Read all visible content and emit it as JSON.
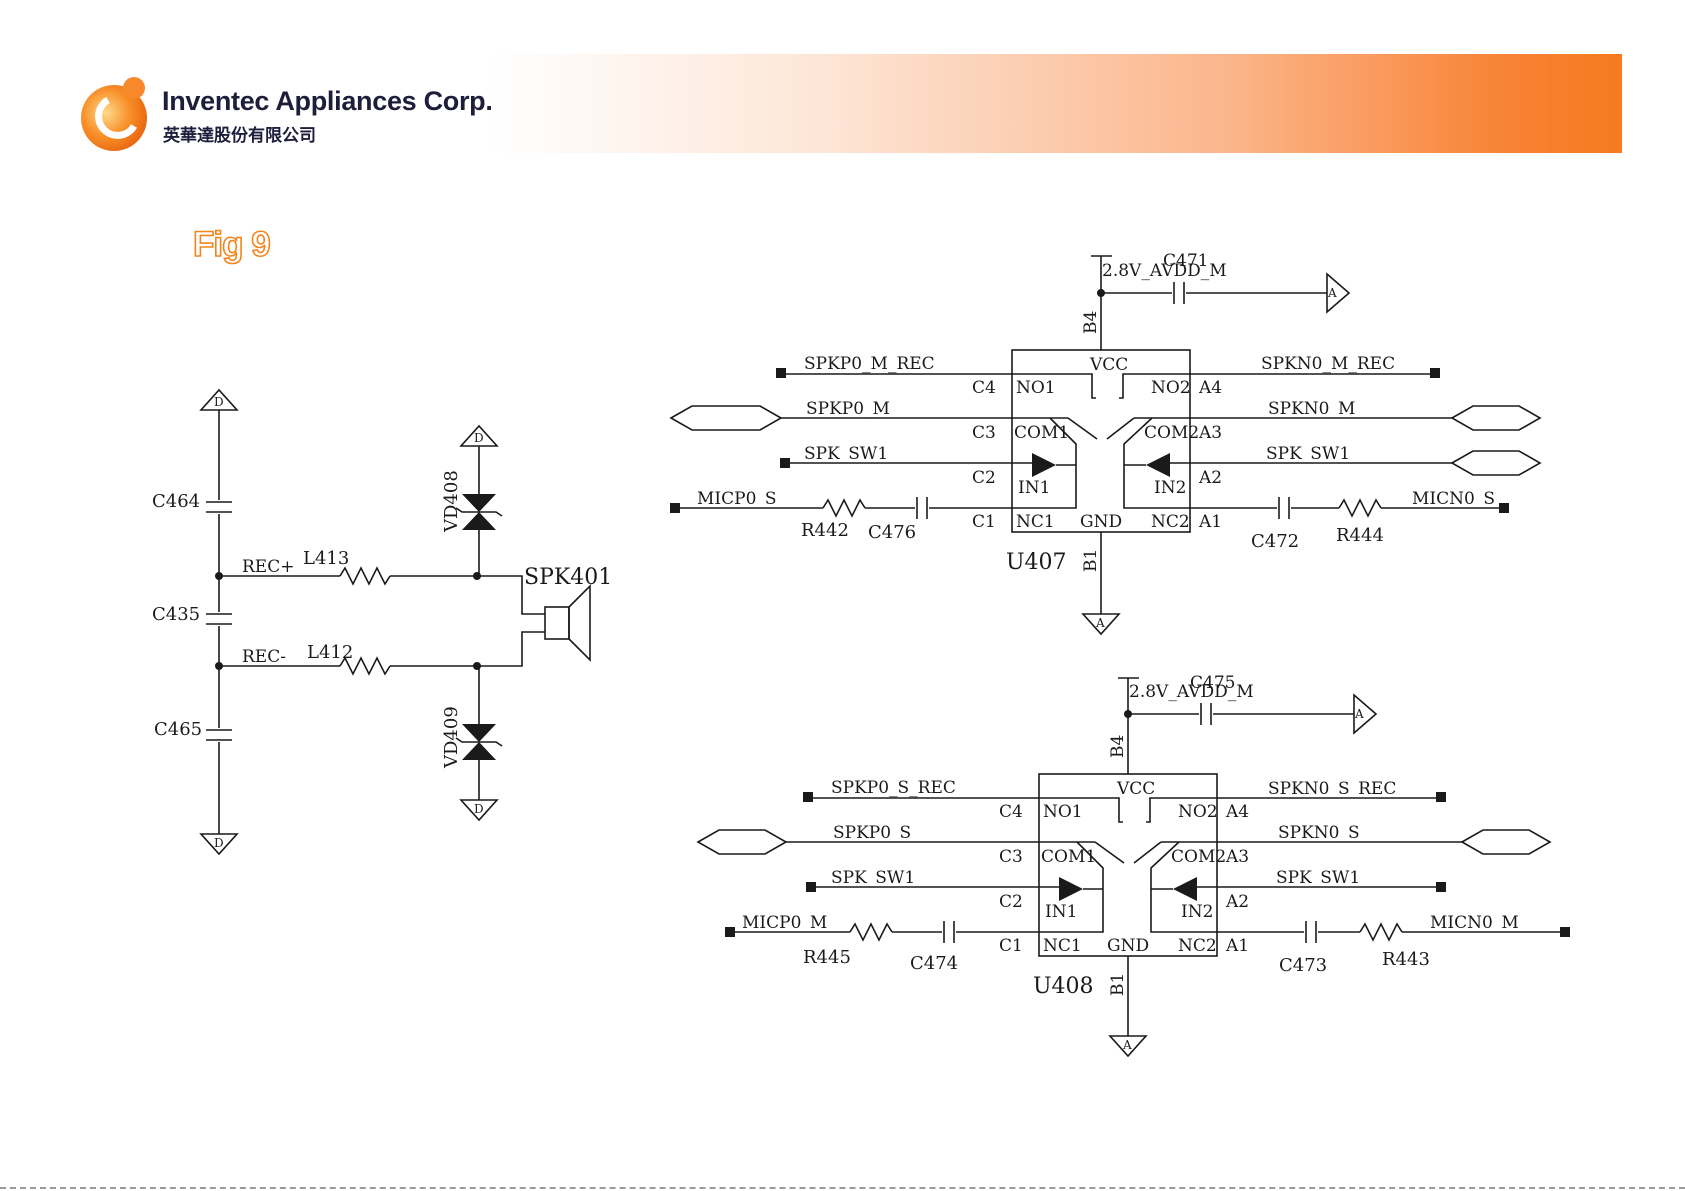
{
  "header": {
    "company_name": "Inventec Appliances Corp.",
    "company_name_cn": "英華達股份有限公司",
    "accent_color": "#f67a20"
  },
  "figure": {
    "title": "Fig 9"
  },
  "speaker_circuit": {
    "gnd_symbol": "D",
    "caps": {
      "top": "C464",
      "mid": "C435",
      "bot": "C465"
    },
    "nets": {
      "rec_pos": "REC+",
      "rec_neg": "REC-"
    },
    "inductors": {
      "upper": "L413",
      "lower": "L412"
    },
    "diodes": {
      "upper": "VD408",
      "lower": "VD409"
    },
    "speaker": "SPK401"
  },
  "switch_u407": {
    "ref": "U407",
    "power_net": "2.8V_AVDD_M",
    "decoupling_cap": "C471",
    "gnd_symbol": "A",
    "pins": {
      "vcc": "VCC",
      "gnd": "GND",
      "no1": "NO1",
      "no2": "NO2",
      "com1": "COM1",
      "com2": "COM2",
      "in1": "IN1",
      "in2": "IN2",
      "nc1": "NC1",
      "nc2": "NC2"
    },
    "balls": {
      "b4": "B4",
      "b1": "B1",
      "c4": "C4",
      "c3": "C3",
      "c2": "C2",
      "c1": "C1",
      "a4": "A4",
      "a3": "A3",
      "a2": "A2",
      "a1": "A1"
    },
    "nets": {
      "left_no": "SPKP0_M_REC",
      "left_com": "SPKP0_M",
      "left_in": "SPK_SW1",
      "left_nc": "MICP0_S",
      "right_no": "SPKN0_M_REC",
      "right_com": "SPKN0_M",
      "right_in": "SPK_SW1",
      "right_nc": "MICN0_S"
    },
    "parts": {
      "left_res": "R442",
      "left_cap": "C476",
      "right_cap": "C472",
      "right_res": "R444"
    }
  },
  "switch_u408": {
    "ref": "U408",
    "power_net": "2.8V_AVDD_M",
    "decoupling_cap": "C475",
    "gnd_symbol": "A",
    "pins": {
      "vcc": "VCC",
      "gnd": "GND",
      "no1": "NO1",
      "no2": "NO2",
      "com1": "COM1",
      "com2": "COM2",
      "in1": "IN1",
      "in2": "IN2",
      "nc1": "NC1",
      "nc2": "NC2"
    },
    "balls": {
      "b4": "B4",
      "b1": "B1",
      "c4": "C4",
      "c3": "C3",
      "c2": "C2",
      "c1": "C1",
      "a4": "A4",
      "a3": "A3",
      "a2": "A2",
      "a1": "A1"
    },
    "nets": {
      "left_no": "SPKP0_S_REC",
      "left_com": "SPKP0_S",
      "left_in": "SPK_SW1",
      "left_nc": "MICP0_M",
      "right_no": "SPKN0_S_REC",
      "right_com": "SPKN0_S",
      "right_in": "SPK_SW1",
      "right_nc": "MICN0_M"
    },
    "parts": {
      "left_res": "R445",
      "left_cap": "C474",
      "right_cap": "C473",
      "right_res": "R443"
    }
  }
}
